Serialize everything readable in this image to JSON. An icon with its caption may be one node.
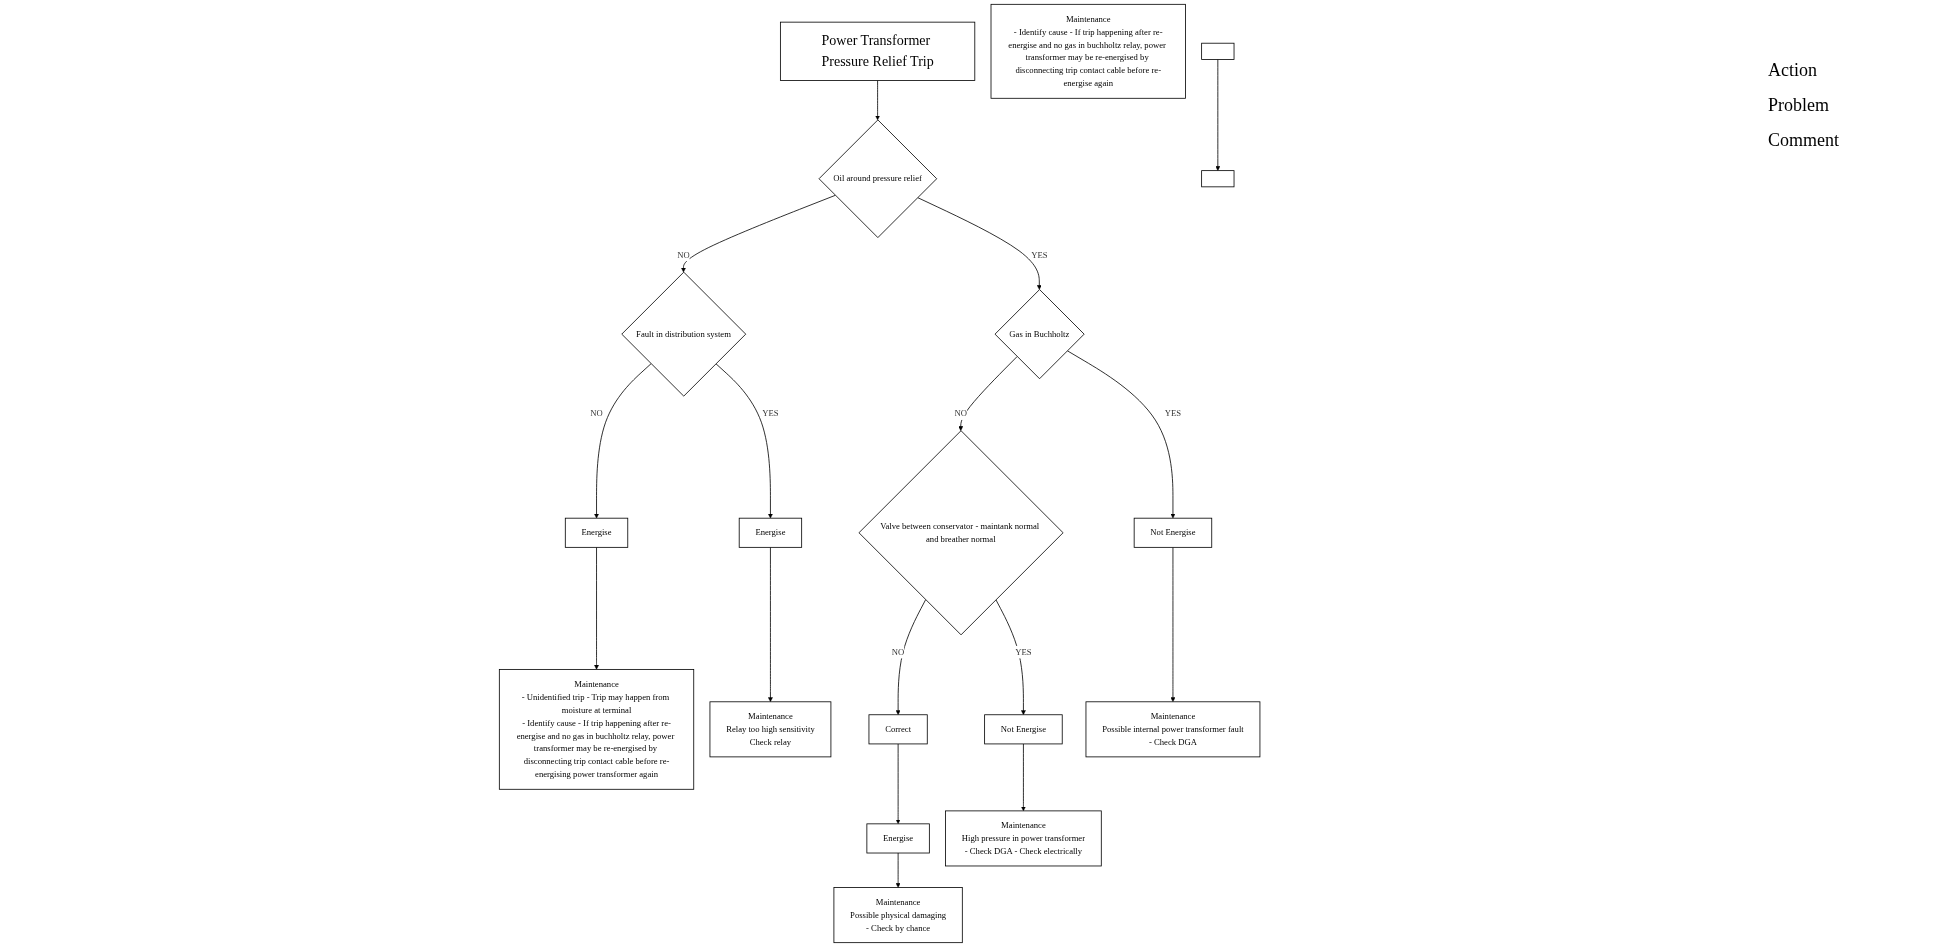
{
  "diagram": {
    "nodes": [
      {
        "text": [
          "Power Transformer Pressure Relief Trip"
        ]
      },
      {
        "text": [
          "Oil around pressure relief"
        ]
      },
      {
        "text": [
          "Fault in distribution system"
        ]
      },
      {
        "text": [
          "Energise"
        ]
      },
      {
        "text": [
          "Maintenance",
          "- Unidentified trip - Trip may happen from moisture at terminal",
          "- Identify cause - If trip happening after re-energise and no gas in buchholtz relay, power transformer may be re-energised by disconnecting trip contact cable before re-energising power transformer again"
        ]
      },
      {
        "text": [
          "Energise"
        ]
      },
      {
        "text": [
          "Maintenance",
          "Relay too high sensitivity",
          "Check relay"
        ]
      },
      {
        "text": [
          "Gas in Buchholtz"
        ]
      },
      {
        "text": [
          "Valve between conservator - maintank normal and breather normal"
        ]
      },
      {
        "text": [
          "Correct"
        ]
      },
      {
        "text": [
          "Energise"
        ]
      },
      {
        "text": [
          "Maintenance",
          "Possible physical damaging",
          "- Check by chance"
        ]
      },
      {
        "text": [
          "Not Energise"
        ]
      },
      {
        "text": [
          "Maintenance",
          "High pressure in power transformer",
          "- Check DGA - Check electrically"
        ]
      },
      {
        "text": [
          "Not Energise"
        ]
      },
      {
        "text": [
          "Maintenance",
          "Possible internal power transformer fault",
          "- Check DGA"
        ]
      },
      {
        "text": [
          "Maintenance",
          "- Identify cause - If trip happening after re-energise and no gas in buchholtz relay, power transformer may be re-energised by disconnecting trip contact cable before re-energise again"
        ]
      },
      {
        "text": [],
        "shape": "box"
      },
      {
        "text": [],
        "shape": "box"
      }
    ],
    "edges": [
      {
        "from": 0,
        "to": 1,
        "arrow": "to"
      },
      {
        "from": 1,
        "to": 2,
        "arrow": "to",
        "label": "NO"
      },
      {
        "from": 1,
        "to": 7,
        "arrow": "to",
        "label": "YES"
      },
      {
        "from": 2,
        "to": 3,
        "arrow": "to",
        "label": "NO"
      },
      {
        "from": 2,
        "to": 5,
        "arrow": "to",
        "label": "YES"
      },
      {
        "from": 3,
        "to": 4,
        "arrow": "to"
      },
      {
        "from": 5,
        "to": 6,
        "arrow": "to"
      },
      {
        "from": 7,
        "to": 8,
        "arrow": "to",
        "label": "NO"
      },
      {
        "from": 7,
        "to": 14,
        "arrow": "to",
        "label": "YES"
      },
      {
        "from": 8,
        "to": 9,
        "arrow": "to",
        "label": "NO"
      },
      {
        "from": 8,
        "to": 12,
        "arrow": "to",
        "label": "YES"
      },
      {
        "from": 9,
        "to": 10,
        "arrow": "to"
      },
      {
        "from": 10,
        "to": 11,
        "arrow": "to"
      },
      {
        "from": 12,
        "to": 13,
        "arrow": "to"
      },
      {
        "from": 14,
        "to": 15,
        "arrow": "to"
      },
      {
        "from": 17,
        "to": 18,
        "arrow": "to"
      }
    ],
    "labels": [
      "Action",
      "Problem",
      "Comment"
    ]
  }
}
